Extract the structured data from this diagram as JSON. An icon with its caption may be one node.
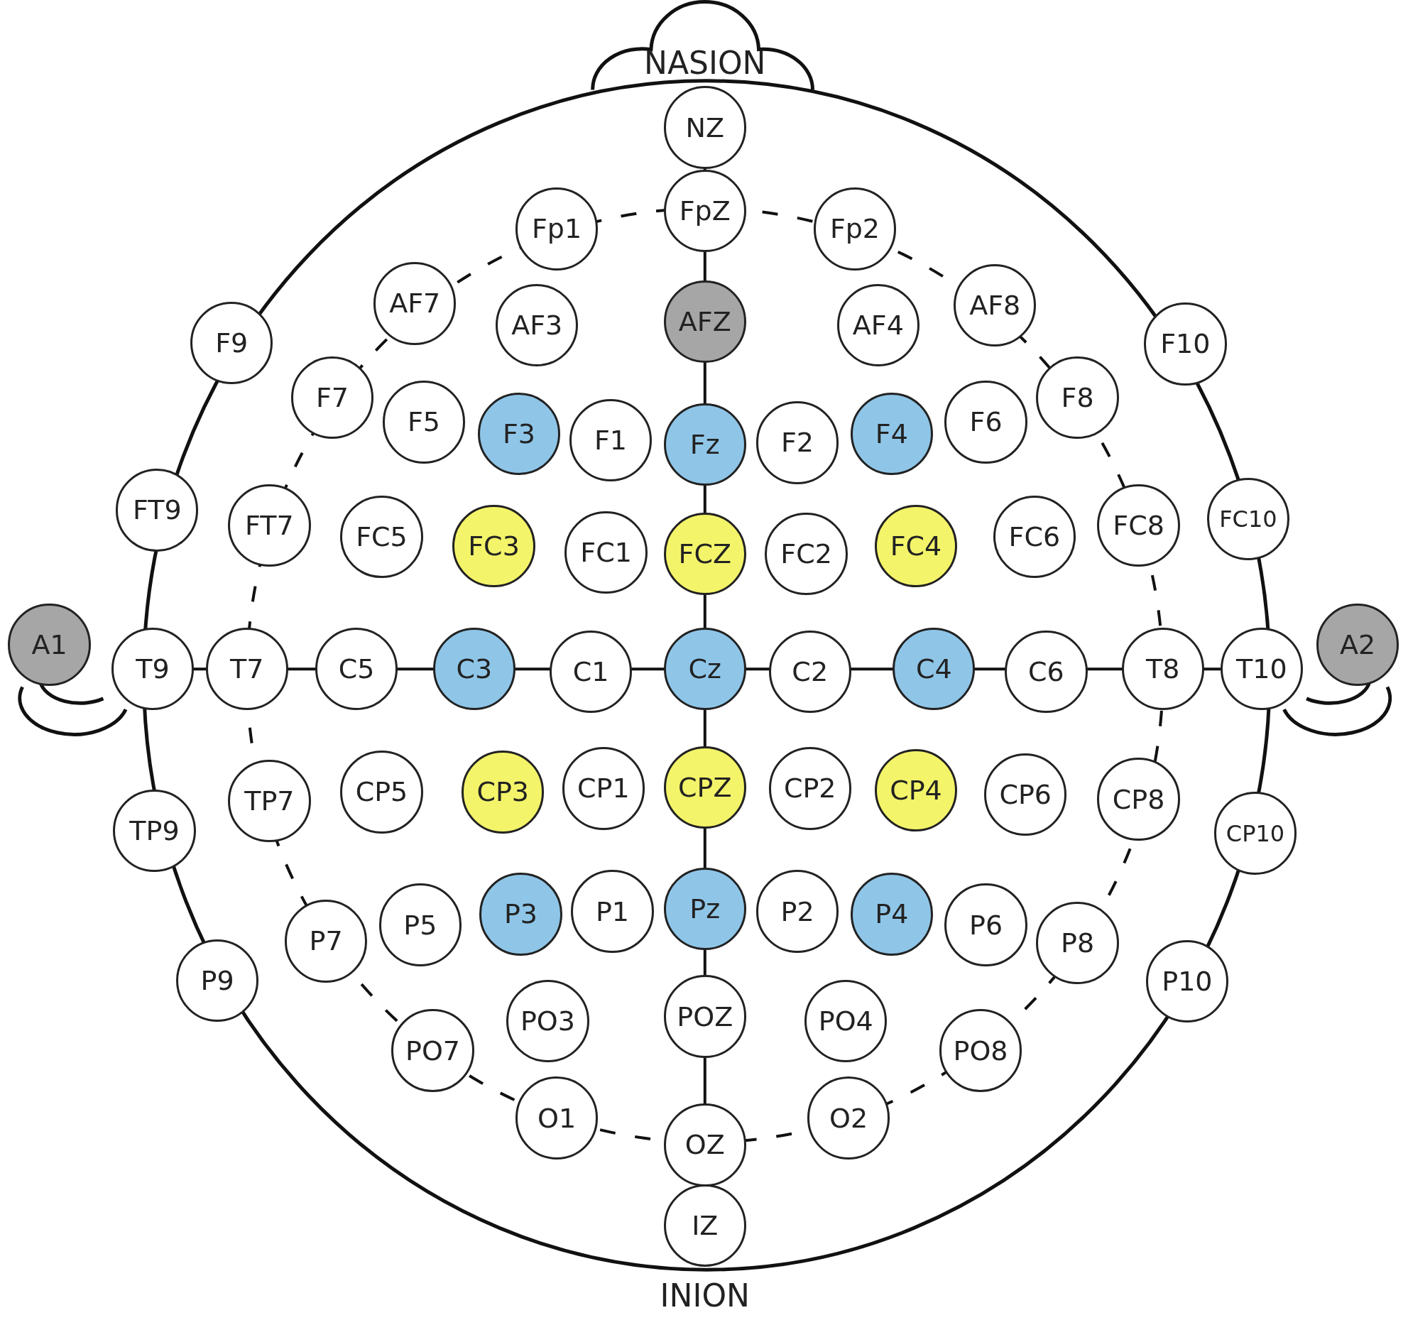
{
  "diagram": {
    "nodes": [
      {
        "text": [
          "NZ"
        ]
      },
      {
        "text": [
          "Fp1"
        ]
      },
      {
        "text": [
          "FpZ"
        ]
      },
      {
        "text": [
          "Fp2"
        ]
      },
      {
        "text": [
          "AF7"
        ]
      },
      {
        "text": [
          "AF3"
        ]
      },
      {
        "text": [
          "AFZ"
        ]
      },
      {
        "text": [
          "AF4"
        ]
      },
      {
        "text": [
          "AF8"
        ]
      },
      {
        "text": [
          "F9"
        ]
      },
      {
        "text": [
          "F10"
        ]
      },
      {
        "text": [
          "F7"
        ]
      },
      {
        "text": [
          "F5"
        ]
      },
      {
        "text": [
          "F3"
        ]
      },
      {
        "text": [
          "F1"
        ]
      },
      {
        "text": [
          "Fz"
        ]
      },
      {
        "text": [
          "F2"
        ]
      },
      {
        "text": [
          "F4"
        ]
      },
      {
        "text": [
          "F6"
        ]
      },
      {
        "text": [
          "F8"
        ]
      },
      {
        "text": [
          "FT9"
        ]
      },
      {
        "text": [
          "FT7"
        ]
      },
      {
        "text": [
          "FC5"
        ]
      },
      {
        "text": [
          "FC3"
        ]
      },
      {
        "text": [
          "FC1"
        ]
      },
      {
        "text": [
          "FCZ"
        ]
      },
      {
        "text": [
          "FC2"
        ]
      },
      {
        "text": [
          "FC4"
        ]
      },
      {
        "text": [
          "FC6"
        ]
      },
      {
        "text": [
          "FC8"
        ]
      },
      {
        "text": [
          "FC10"
        ]
      },
      {
        "text": [
          "A1"
        ]
      },
      {
        "text": [
          "T9"
        ]
      },
      {
        "text": [
          "T7"
        ]
      },
      {
        "text": [
          "C5"
        ]
      },
      {
        "text": [
          "C3"
        ]
      },
      {
        "text": [
          "C1"
        ]
      },
      {
        "text": [
          "Cz"
        ]
      },
      {
        "text": [
          "C2"
        ]
      },
      {
        "text": [
          "C4"
        ]
      },
      {
        "text": [
          "C6"
        ]
      },
      {
        "text": [
          "T8"
        ]
      },
      {
        "text": [
          "T10"
        ]
      },
      {
        "text": [
          "A2"
        ]
      },
      {
        "text": [
          "TP9"
        ]
      },
      {
        "text": [
          "TP7"
        ]
      },
      {
        "text": [
          "CP5"
        ]
      },
      {
        "text": [
          "CP3"
        ]
      },
      {
        "text": [
          "CP1"
        ]
      },
      {
        "text": [
          "CPZ"
        ]
      },
      {
        "text": [
          "CP2"
        ]
      },
      {
        "text": [
          "CP4"
        ]
      },
      {
        "text": [
          "CP6"
        ]
      },
      {
        "text": [
          "CP8"
        ]
      },
      {
        "text": [
          "CP10"
        ]
      },
      {
        "text": [
          "P9"
        ]
      },
      {
        "text": [
          "P7"
        ]
      },
      {
        "text": [
          "P5"
        ]
      },
      {
        "text": [
          "P3"
        ]
      },
      {
        "text": [
          "P1"
        ]
      },
      {
        "text": [
          "Pz"
        ]
      },
      {
        "text": [
          "P2"
        ]
      },
      {
        "text": [
          "P4"
        ]
      },
      {
        "text": [
          "P6"
        ]
      },
      {
        "text": [
          "P8"
        ]
      },
      {
        "text": [
          "P10"
        ]
      },
      {
        "text": [
          "PO3"
        ]
      },
      {
        "text": [
          "POZ"
        ]
      },
      {
        "text": [
          "PO4"
        ]
      },
      {
        "text": [
          "PO7"
        ]
      },
      {
        "text": [
          "PO8"
        ]
      },
      {
        "text": [
          "O1"
        ]
      },
      {
        "text": [
          "OZ"
        ]
      },
      {
        "text": [
          "O2"
        ]
      },
      {
        "text": [
          "IZ"
        ]
      }
    ],
    "labels": [
      "NASION",
      "INION"
    ]
  }
}
